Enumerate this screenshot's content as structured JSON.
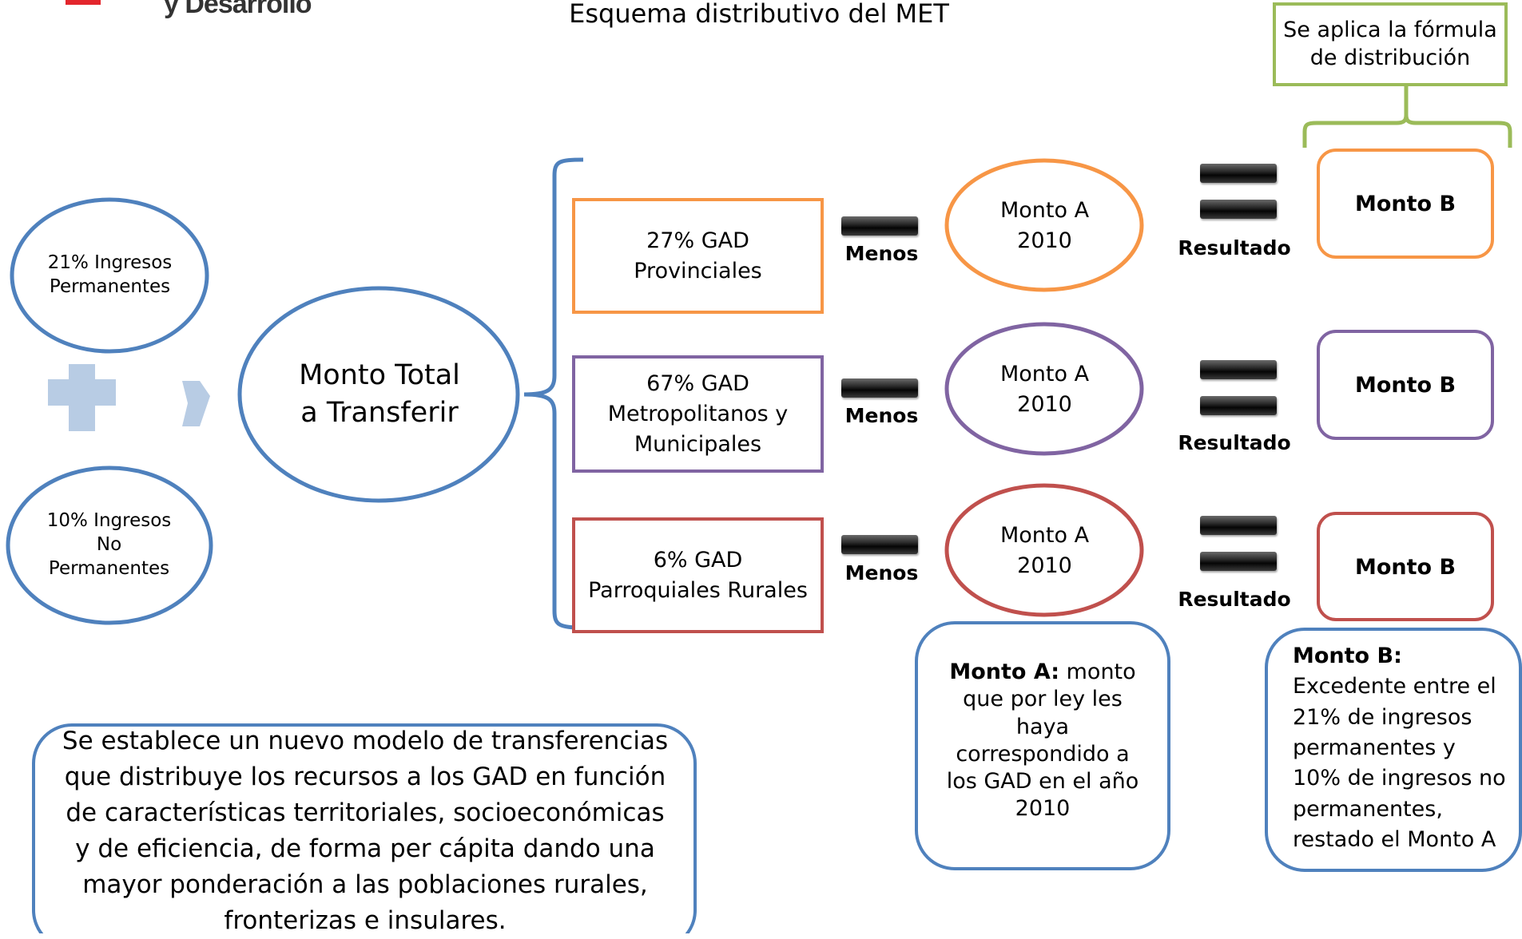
{
  "header": {
    "logo_text": "y Desarrollo",
    "title": "Esquema distributivo del MET"
  },
  "sources": {
    "permanent": "21% Ingresos Permanentes",
    "non_permanent": "10% Ingresos No Permanentes",
    "total": "Monto Total a Transferir"
  },
  "formula_note": "Se aplica la fórmula de distribución",
  "rows": [
    {
      "gad": "27% GAD Provinciales",
      "minus_label": "Menos",
      "monto_a": "Monto A 2010",
      "result_label": "Resultado",
      "monto_b": "Monto B",
      "color": "#f79646"
    },
    {
      "gad": "67% GAD Metropolitanos y Municipales",
      "minus_label": "Menos",
      "monto_a": "Monto A 2010",
      "result_label": "Resultado",
      "monto_b": "Monto B",
      "color": "#8064a2"
    },
    {
      "gad": "6% GAD Parroquiales Rurales",
      "minus_label": "Menos",
      "monto_a": "Monto A 2010",
      "result_label": "Resultado",
      "monto_b": "Monto B",
      "color": "#c0504d"
    }
  ],
  "definitions": {
    "monto_a_term": "Monto A:",
    "monto_a_text": "monto que por ley les haya correspondido a los GAD en el año 2010",
    "monto_b_term": "Monto B:",
    "monto_b_text": "Excedente entre el 21% de ingresos permanentes y 10% de ingresos no permanentes, restado el Monto A"
  },
  "description": "Se establece un nuevo modelo de transferencias que distribuye los recursos a los GAD en función de características territoriales, socioeconómicas y de eficiencia, de forma per cápita dando una mayor ponderación a las poblaciones rurales, fronterizas e insulares.",
  "colors": {
    "blue": "#4f81bd",
    "green": "#9bbb59",
    "plus": "#b8cce4"
  }
}
